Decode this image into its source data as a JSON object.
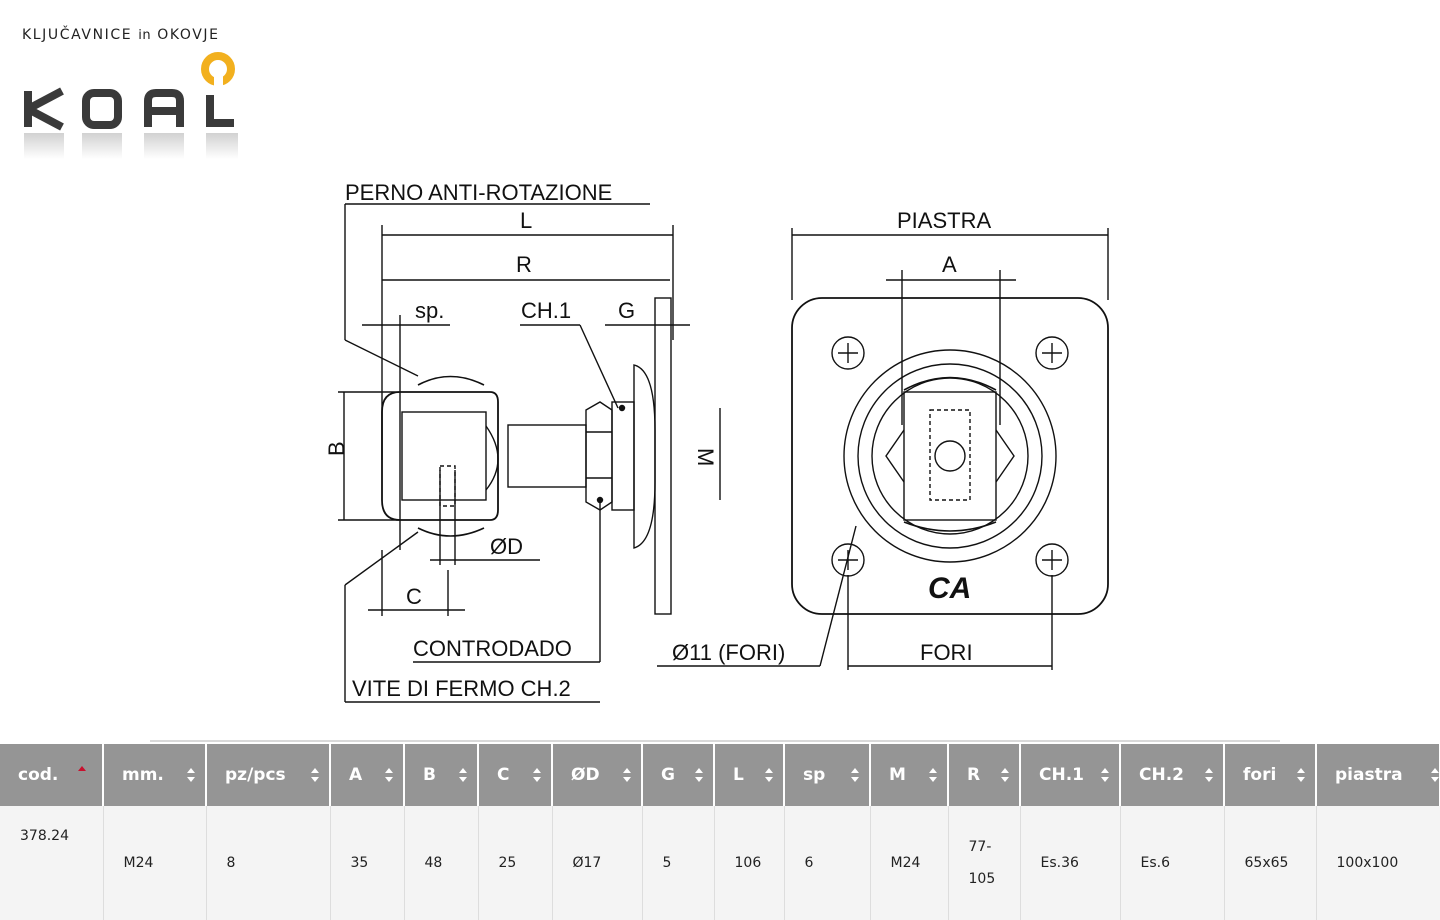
{
  "brand": {
    "tagline_main": "KLJUČAVNICE",
    "tagline_in": "in",
    "tagline_end": "OKOVJE",
    "logo_text": "KOAL",
    "accent_color": "#f2b01e"
  },
  "drawing": {
    "labels": {
      "perno": "PERNO ANTI-ROTAZIONE",
      "L": "L",
      "R": "R",
      "sp": "sp.",
      "ch1": "CH.1",
      "G": "G",
      "B": "B",
      "M": "M",
      "D": "ØD",
      "C": "C",
      "controdado": "CONTRODADO",
      "vite": "VITE DI FERMO CH.2",
      "piastra": "PIASTRA",
      "A": "A",
      "fori_holes": "Ø11 (FORI)",
      "fori": "FORI",
      "mark": "CA"
    }
  },
  "table": {
    "headers": [
      "cod.",
      "mm.",
      "pz/pcs",
      "A",
      "B",
      "C",
      "ØD",
      "G",
      "L",
      "sp",
      "M",
      "R",
      "CH.1",
      "CH.2",
      "fori",
      "piastra"
    ],
    "sorted_column": "cod.",
    "sort_direction": "ascending",
    "rows": [
      [
        "378.24",
        "M24",
        "8",
        "35",
        "48",
        "25",
        "Ø17",
        "5",
        "106",
        "6",
        "M24",
        "77-105",
        "Es.36",
        "Es.6",
        "65x65",
        "100x100"
      ]
    ]
  }
}
